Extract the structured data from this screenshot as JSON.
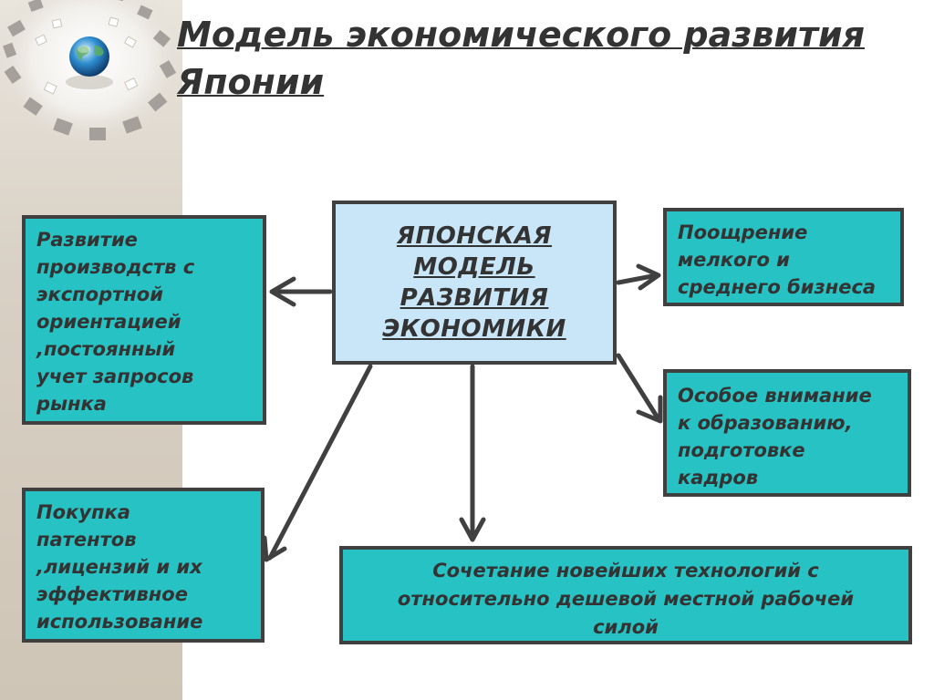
{
  "slide": {
    "title": "Модель экономического развития Японии ",
    "central": "ЯПОНСКАЯ\nМОДЕЛЬ\nРАЗВИТИЯ\nЭКОНОМИКИ",
    "boxes": {
      "left_top": "Развитие\nпроизводств с\nэкспортной\nориентацией\n,постоянный\nучет запросов\nрынка",
      "left_bottom": "Покупка\nпатентов\n,лицензий и их\nэффективное\nиспользование",
      "right_top": "Поощрение\nмелкого и\nсреднего бизнеса",
      "right_mid": "Особое внимание\nк образованию,\nподготовке\nкадров",
      "bottom": "Сочетание новейших технологий с\nотносительно дешевой местной рабочей\nсилой"
    }
  },
  "colors": {
    "box_fill": "#27c2c4",
    "center_fill": "#c8e6f8",
    "border": "#404040",
    "arrow": "#404040",
    "text": "#333333"
  },
  "icons": [
    "globe-icon",
    "swirl-cubes-decoration"
  ]
}
